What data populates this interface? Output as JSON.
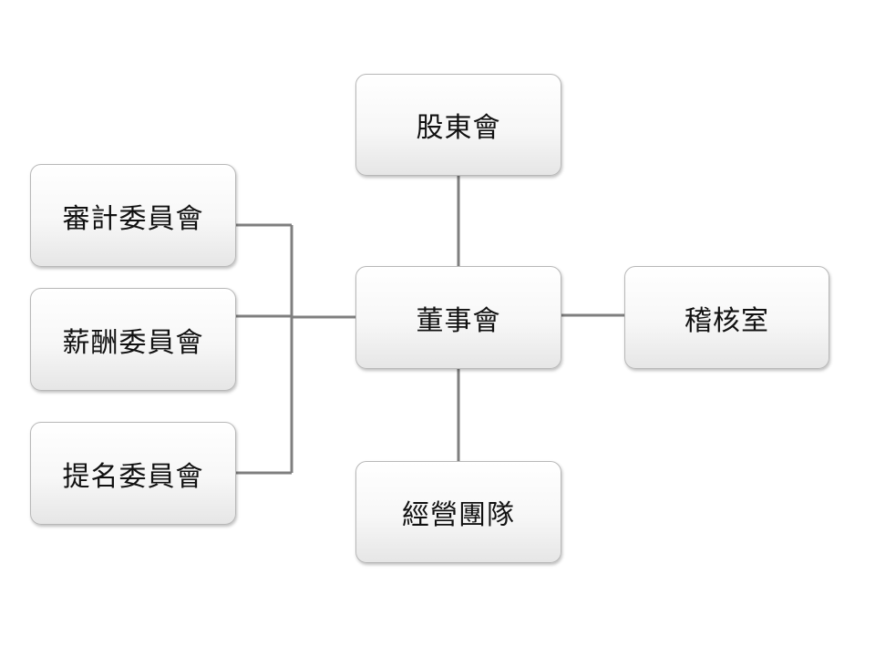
{
  "diagram": {
    "nodes": {
      "shareholders": "股東會",
      "audit_committee": "審計委員會",
      "compensation_committee": "薪酬委員會",
      "nomination_committee": "提名委員會",
      "board": "董事會",
      "internal_audit": "稽核室",
      "management": "經營團隊"
    },
    "colors": {
      "connector": "#7f7f7f",
      "box_border": "#b8b8b8",
      "text": "#111111"
    }
  }
}
